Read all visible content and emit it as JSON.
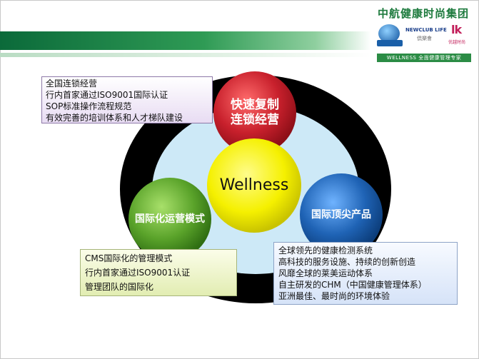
{
  "logo": {
    "group_name": "中航健康时尚集团",
    "brand_newclub": "NEWCLUB LIFE",
    "brand_newclub_cn": "倶樂會",
    "brand_lk_cn": "优越时尚",
    "strip_text": "WELLNESS 全面健康管理专家"
  },
  "diagram": {
    "center": "Wellness",
    "top_bubble": [
      "快速复制",
      "连锁经营"
    ],
    "left_bubble": "国际化运营模式",
    "right_bubble": "国际顶尖产品"
  },
  "callouts": {
    "top": [
      "全国连锁经营",
      "行内首家通过ISO9001国际认证",
      "SOP标准操作流程规范",
      "有效完善的培训体系和人才梯队建设"
    ],
    "left": [
      "CMS国际化的管理模式",
      "行内首家通过ISO9001认证",
      "管理团队的国际化"
    ],
    "right": [
      "全球领先的健康检测系统",
      "高科技的服务设施、持续的创新创造",
      "风靡全球的莱美运动体系",
      "自主研发的CHM（中国健康管理体系）",
      "亚洲最佳、最时尚的环境体验"
    ]
  },
  "colors": {
    "header_green": "#0b6a3a",
    "outer_ring": "#000000",
    "inner_disc": "#cde9f7",
    "top_bubble": "#c8202c",
    "left_bubble": "#5aa32a",
    "right_bubble": "#1f63b5",
    "center_bubble": "#f5f000"
  }
}
